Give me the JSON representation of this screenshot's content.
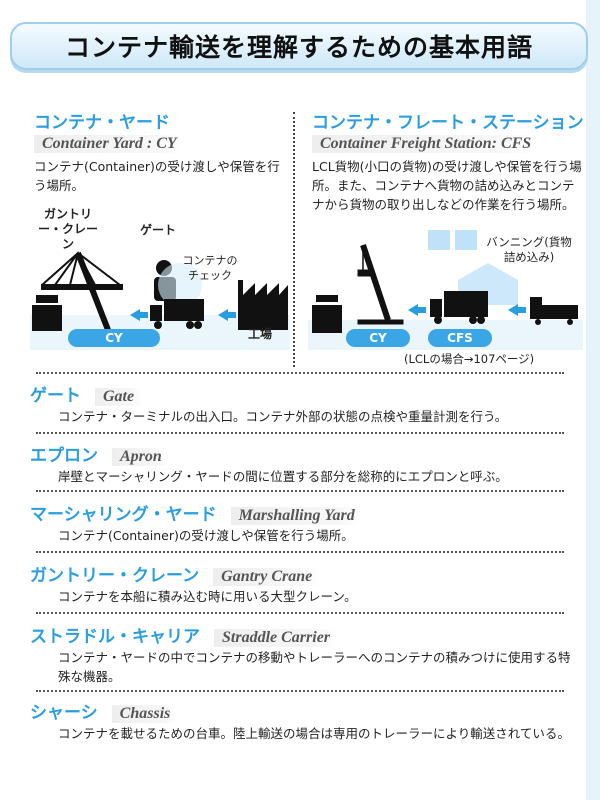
{
  "title": "コンテナ輸送を理解するための基本用語",
  "cy": {
    "heading": "コンテナ・ヤード",
    "english": "Container Yard : CY",
    "desc": "コンテナ(Container)の受け渡しや保管を行う場所。",
    "labels": {
      "crane": "ガントリー・クレーン",
      "gate": "ゲート",
      "check": "コンテナのチェック",
      "factory": "工場",
      "cy": "CY"
    }
  },
  "cfs": {
    "heading": "コンテナ・フレート・ステーション",
    "english": "Container Freight Station: CFS",
    "desc": "LCL貨物(小口の貨物)の受け渡しや保管を行う場所。また、コンテナへ貨物の詰め込みとコンテナから貨物の取り出しなどの作業を行う場所。",
    "labels": {
      "vanning": "バンニング(貨物詰め込み)",
      "cy": "CY",
      "cfs": "CFS",
      "note": "(LCLの場合→107ページ)"
    }
  },
  "terms": [
    {
      "ja": "ゲート",
      "en": "Gate",
      "desc": "コンテナ・ターミナルの出入口。コンテナ外部の状態の点検や重量計測を行う。"
    },
    {
      "ja": "エプロン",
      "en": "Apron",
      "desc": "岸壁とマーシャリング・ヤードの間に位置する部分を総称的にエプロンと呼ぶ。"
    },
    {
      "ja": "マーシャリング・ヤード",
      "en": "Marshalling Yard",
      "desc": "コンテナ(Container)の受け渡しや保管を行う場所。"
    },
    {
      "ja": "ガントリー・クレーン",
      "en": "Gantry Crane",
      "desc": "コンテナを本船に積み込む時に用いる大型クレーン。"
    },
    {
      "ja": "ストラドル・キャリア",
      "en": "Straddle Carrier",
      "desc": "コンテナ・ヤードの中でコンテナの移動やトレーラーへのコンテナの積みつけに使用する特殊な機器。"
    },
    {
      "ja": "シャーシ",
      "en": "Chassis",
      "desc": "コンテナを載せるための台車。陸上輸送の場合は専用のトレーラーにより輸送されている。"
    }
  ]
}
